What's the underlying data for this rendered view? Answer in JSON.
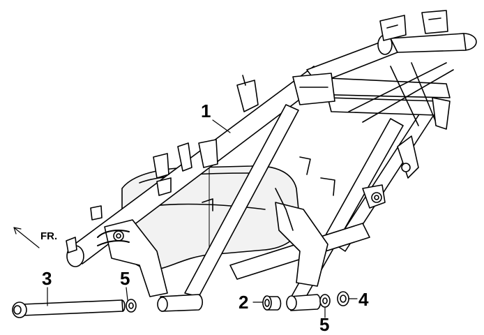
{
  "diagram": {
    "direction_label": "FR.",
    "callouts": {
      "frame": "1",
      "collar": "2",
      "bolt": "3",
      "nut": "4",
      "washer_left": "5",
      "washer_right": "5"
    }
  },
  "colors": {
    "line": "#000000",
    "background": "#ffffff",
    "shade": "#e6e6e6"
  }
}
